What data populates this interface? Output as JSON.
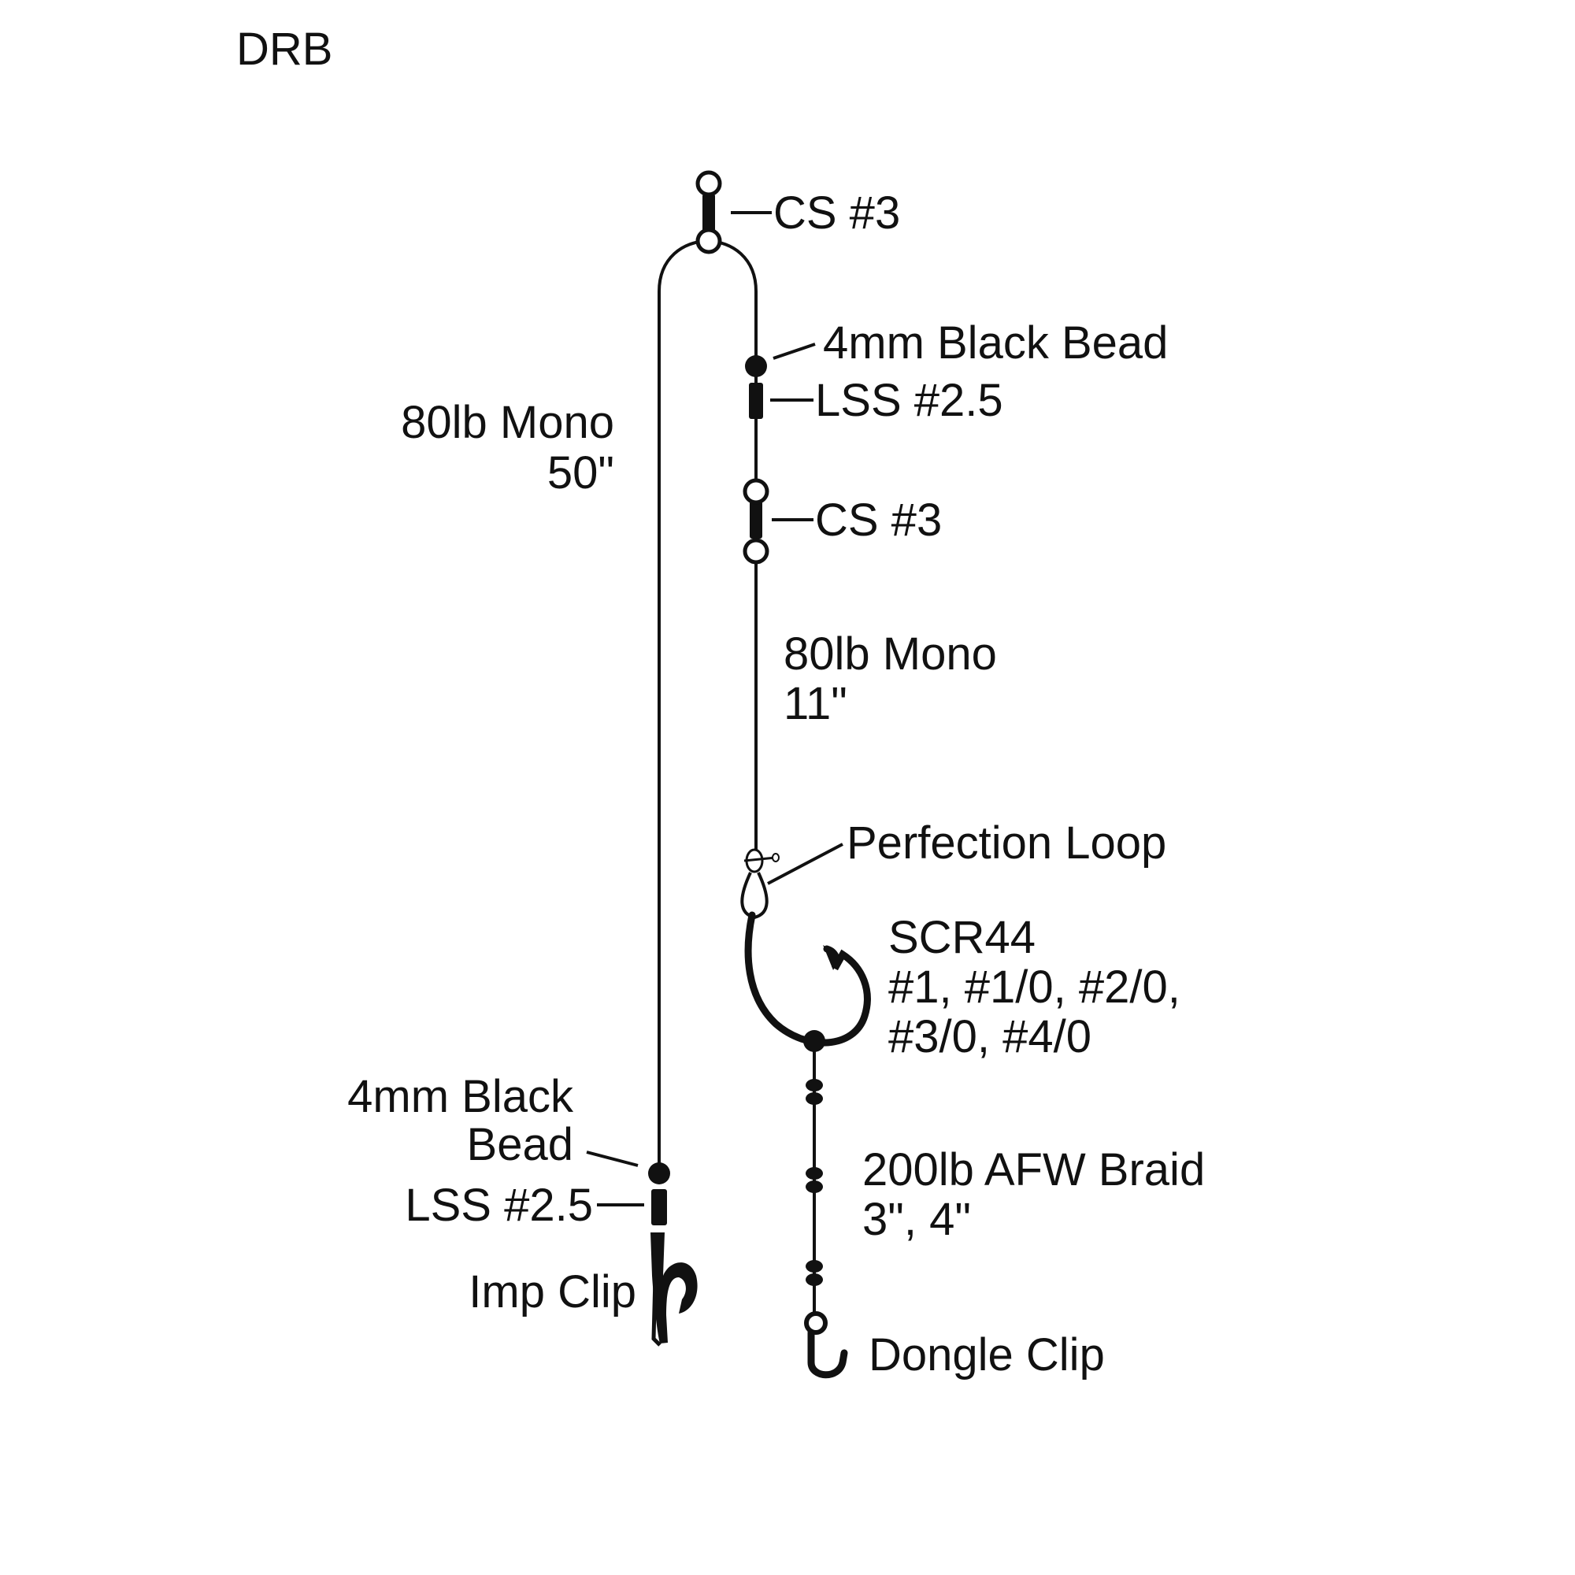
{
  "title": "DRB",
  "labels": {
    "top_swivel": "CS #3",
    "right_bead": "4mm Black Bead",
    "right_sleeve": "LSS #2.5",
    "mid_swivel": "CS #3",
    "left_mono_1": "80lb Mono",
    "left_mono_2": "50\"",
    "right_mono_1": "80lb Mono",
    "right_mono_2": "11\"",
    "perfection_loop": "Perfection Loop",
    "hook_1": "SCR44",
    "hook_2": "#1, #1/0, #2/0,",
    "hook_3": "#3/0, #4/0",
    "left_bead_1": "4mm Black",
    "left_bead_2": "Bead",
    "left_sleeve": "LSS #2.5",
    "imp_clip": "Imp Clip",
    "braid_1": "200lb AFW Braid",
    "braid_2": "3\", 4\"",
    "dongle_clip": "Dongle Clip"
  }
}
